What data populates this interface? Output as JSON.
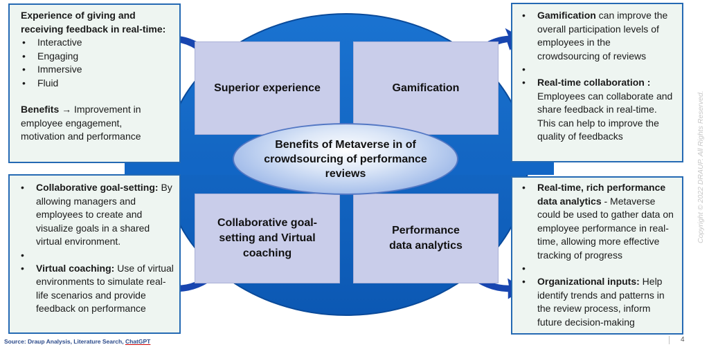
{
  "center": {
    "title": "Benefits of Metaverse in of crowdsourcing of performance reviews"
  },
  "quadrants": {
    "top_left": "Superior experience",
    "top_right": "Gamification",
    "bottom_left": "Collaborative goal-setting and Virtual coaching",
    "bottom_right": "Performance data analytics"
  },
  "panels": {
    "top_left": {
      "title": "Experience of giving and receiving feedback in real-time:",
      "bullets": [
        "Interactive",
        "Engaging",
        "Immersive",
        "Fluid"
      ],
      "benefits_label": "Benefits",
      "benefits_arrow": "→",
      "benefits_text": "Improvement in employee engagement, motivation and performance"
    },
    "top_right": {
      "items": [
        {
          "bold": "Gamification",
          "text": " can improve the overall participation levels of employees in the crowdsourcing of reviews"
        },
        {
          "bold": "Real-time collaboration :",
          "text": " Employees can collaborate and share feedback in real-time. This can help to improve the quality of feedbacks"
        }
      ]
    },
    "bottom_left": {
      "items": [
        {
          "bold": "Collaborative goal-setting:",
          "text": " By allowing managers and employees to create and visualize goals in a shared virtual environment."
        },
        {
          "bold": "Virtual coaching:",
          "text": " Use of virtual environments to simulate real-life scenarios and provide feedback on performance"
        }
      ]
    },
    "bottom_right": {
      "items": [
        {
          "bold": "Real-time, rich performance data analytics",
          "text": " - Metaverse could be used to gather data on employee performance in real-time, allowing more effective tracking of progress"
        },
        {
          "bold": "Organizational inputs:",
          "text": " Help identify trends and patterns in the review process, inform future decision-making"
        }
      ]
    }
  },
  "footer": {
    "source_prefix": "Source: Draup Analysis, Literature Search, ",
    "source_underlined": "ChatGPT",
    "page_number": "4",
    "copyright": "Copyright © 2022 DRAUP. All Rights Reserved."
  },
  "colors": {
    "oval_fill": "#1266c5",
    "quadrant_fill": "#c9cdea",
    "panel_border": "#2469b3",
    "panel_fill": "#eef5f1",
    "arrow_fill": "#1846b0"
  },
  "icons": [
    "curved-arrow-up-left-icon",
    "curved-arrow-up-right-icon",
    "curved-arrow-down-left-icon",
    "curved-arrow-down-right-icon"
  ]
}
